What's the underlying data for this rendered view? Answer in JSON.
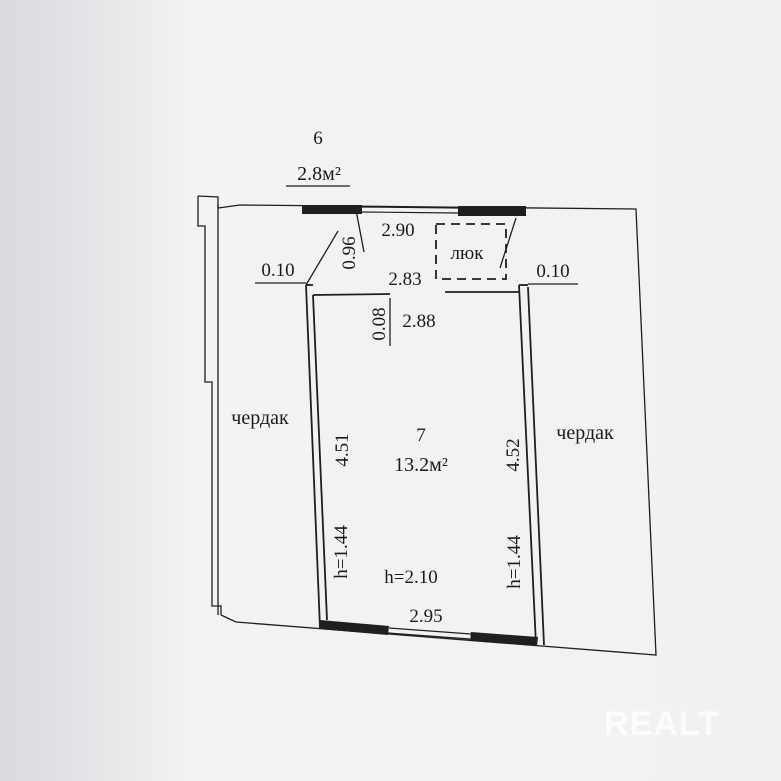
{
  "plan": {
    "room6": {
      "number": "6",
      "area": "2.8м²"
    },
    "room7": {
      "number": "7",
      "area": "13.2м²"
    },
    "hatch_label": "люк",
    "attic_left": "чердак",
    "attic_right": "чердак",
    "dims": {
      "top_width": "2.90",
      "diag": "0.96",
      "left_wall": "0.10",
      "right_wall": "0.10",
      "inner_width": "2.83",
      "step": "0.08",
      "room_width": "2.88",
      "left_length": "4.51",
      "right_length": "4.52",
      "left_height": "h=1.44",
      "right_height": "h=1.44",
      "center_height": "h=2.10",
      "bottom_width": "2.95"
    }
  },
  "watermark": "REALT",
  "colors": {
    "line": "#1f1f1f",
    "paper": "#f3f3f5",
    "shadow": "#dcdde0"
  }
}
